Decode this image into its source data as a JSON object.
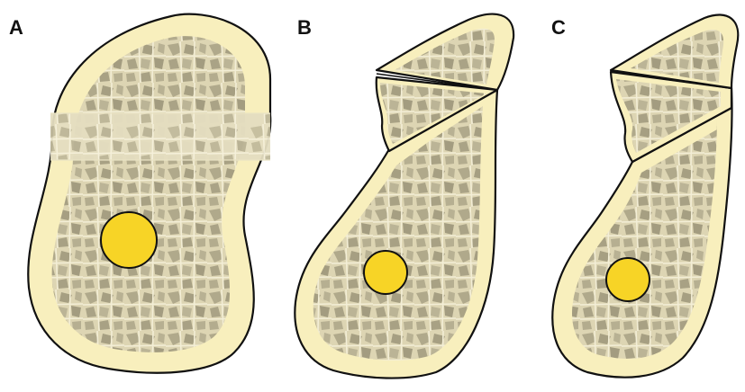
{
  "panels": [
    {
      "id": "A",
      "label": "A"
    },
    {
      "id": "B",
      "label": "B"
    },
    {
      "id": "C",
      "label": "C"
    }
  ],
  "colors": {
    "cortical_bone": "#f8efbd",
    "cancellous_base": "#ded6b5",
    "cancellous_dark": "#a8a184",
    "cancellous_light": "#f1ecd3",
    "canal": "#f7d426",
    "outline": "#111111"
  }
}
